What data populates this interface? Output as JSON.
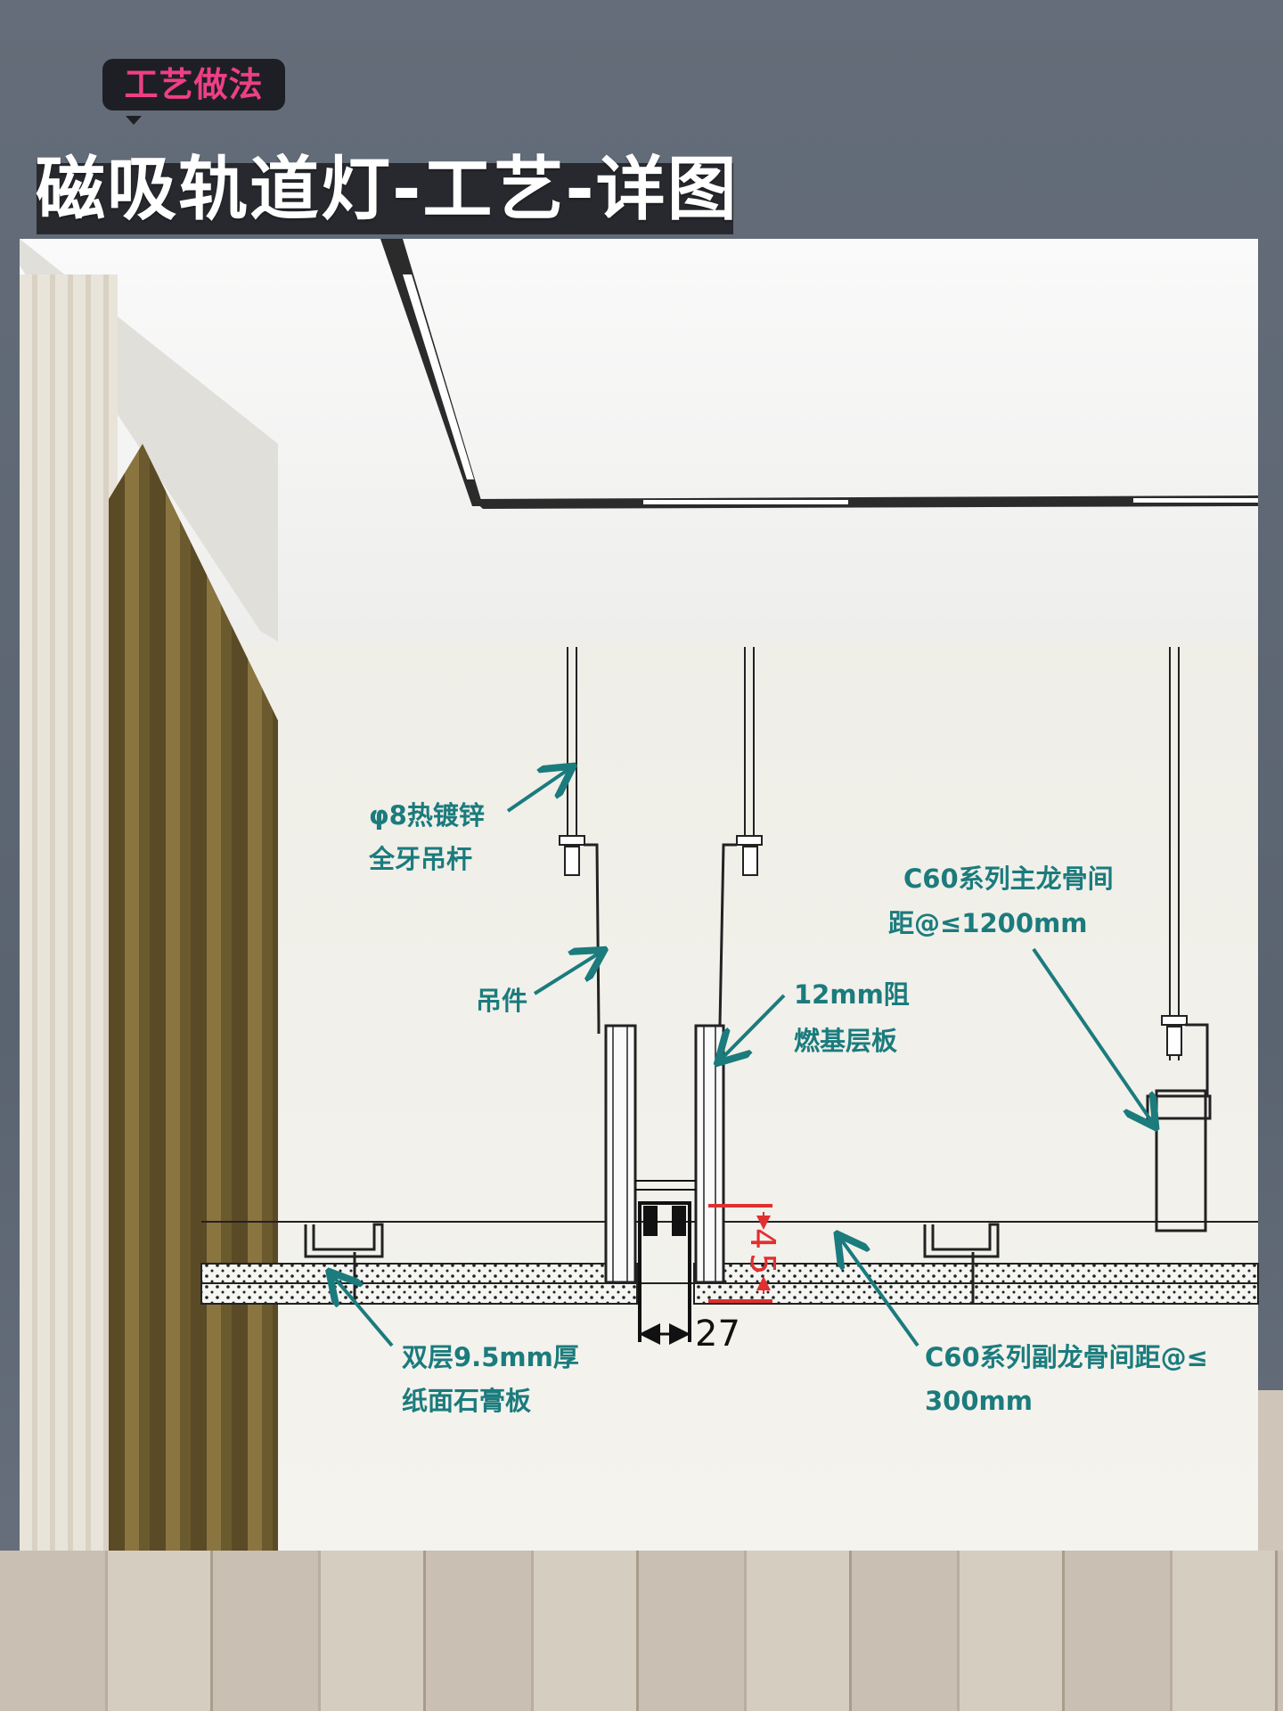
{
  "badge": "工艺做法",
  "title": "磁吸轨道灯-工艺-详图",
  "labels": {
    "rod_1": "φ8热镀锌",
    "rod_2": "全牙吊杆",
    "hanger": "吊件",
    "base_board_1": "12mm阻",
    "base_board_2": "燃基层板",
    "main_keel_1": "C60系列主龙骨间",
    "main_keel_2": "距@≤1200mm",
    "gypsum_1": "双层9.5mm厚",
    "gypsum_2": "纸面石膏板",
    "sub_keel_1": "C60系列副龙骨间距@≤",
    "sub_keel_2": "300mm"
  },
  "dimensions": {
    "width": "27",
    "height": "45"
  },
  "colors": {
    "label": "#1b7b7d",
    "badge_text": "#ee3f86",
    "dimension_red": "#e03030"
  }
}
